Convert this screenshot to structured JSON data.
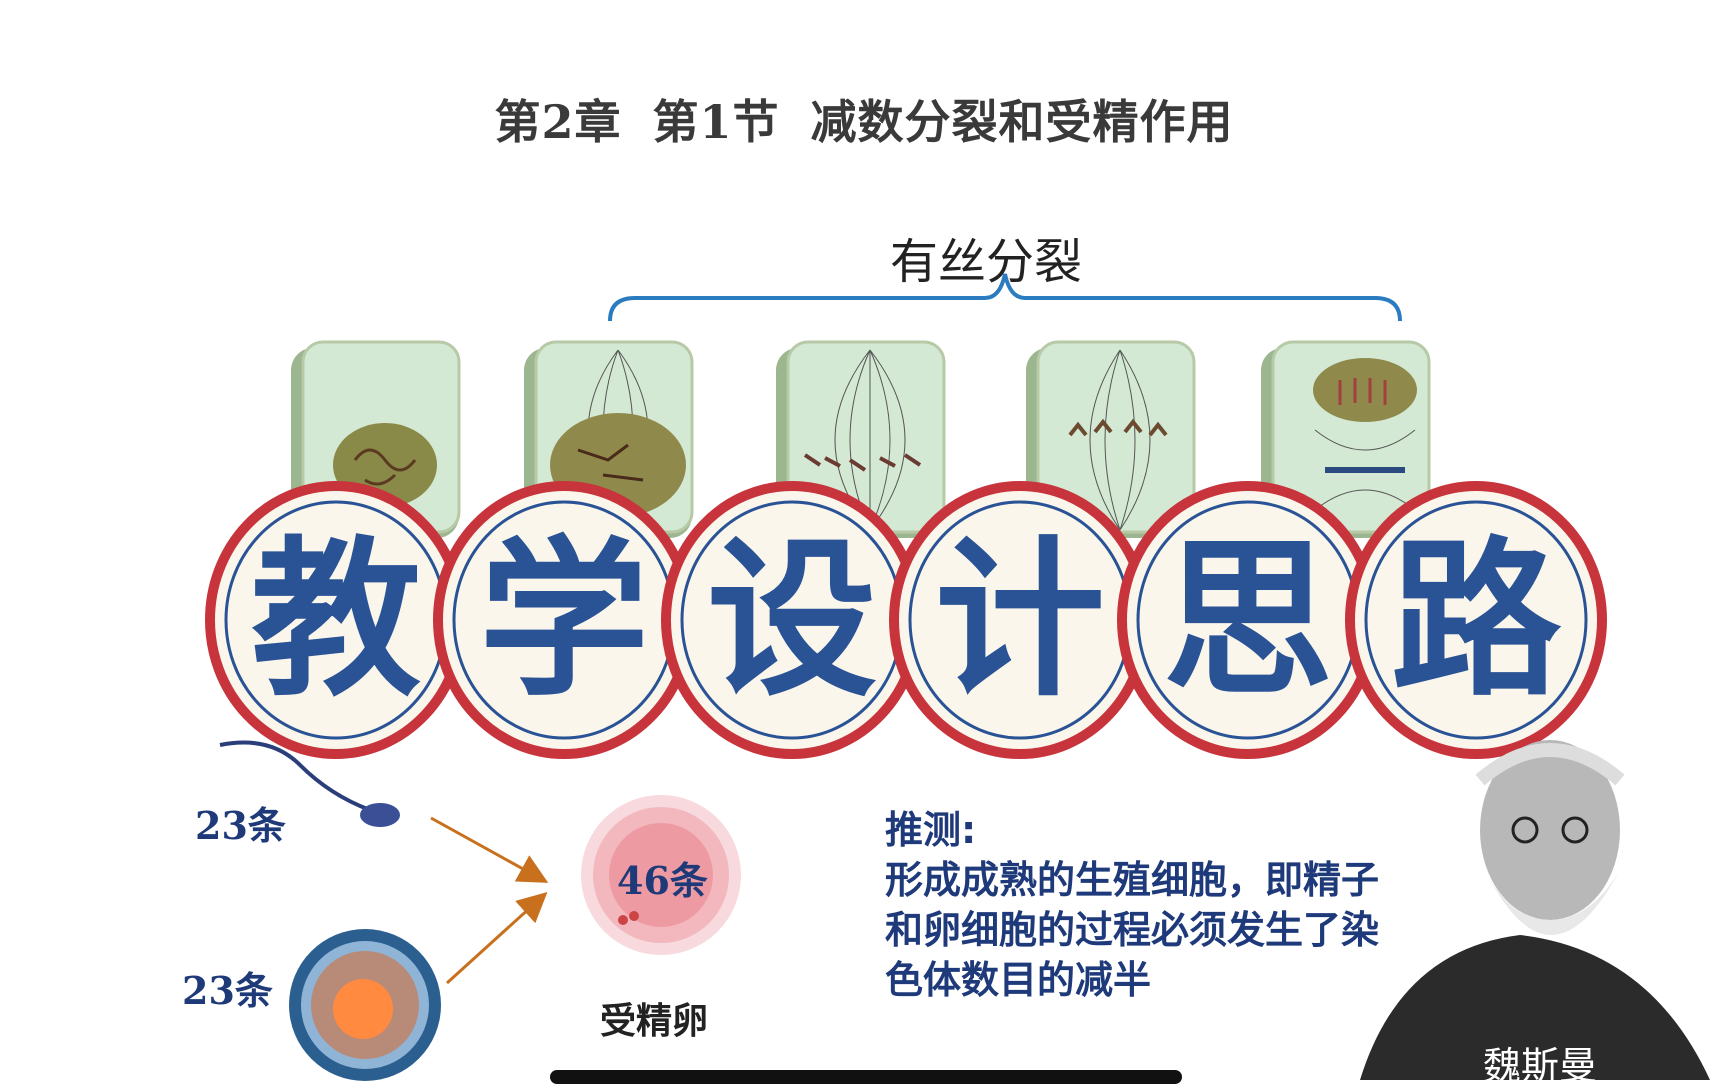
{
  "header": {
    "title": "第2章   第1节  减数分裂和受精作用"
  },
  "diagram": {
    "mitosis_label": "有丝分裂",
    "banner_chars": [
      "教",
      "学",
      "设",
      "计",
      "思",
      "路"
    ]
  },
  "fertilization": {
    "sperm_count": "23条",
    "egg_count": "23条",
    "zygote_count": "46条",
    "zygote_label": "受精卵"
  },
  "hypothesis": {
    "heading": "推测:",
    "lines": [
      "形成成熟的生殖细胞，即精子",
      "和卵细胞的过程必须发生了染",
      "色体数目的减半"
    ]
  },
  "portrait": {
    "name": "魏斯曼"
  },
  "colors": {
    "accent_blue": "#2a5396",
    "ring_red": "#c8343c",
    "cell_green": "#cfe3c8",
    "arrow_orange": "#c8701e"
  }
}
